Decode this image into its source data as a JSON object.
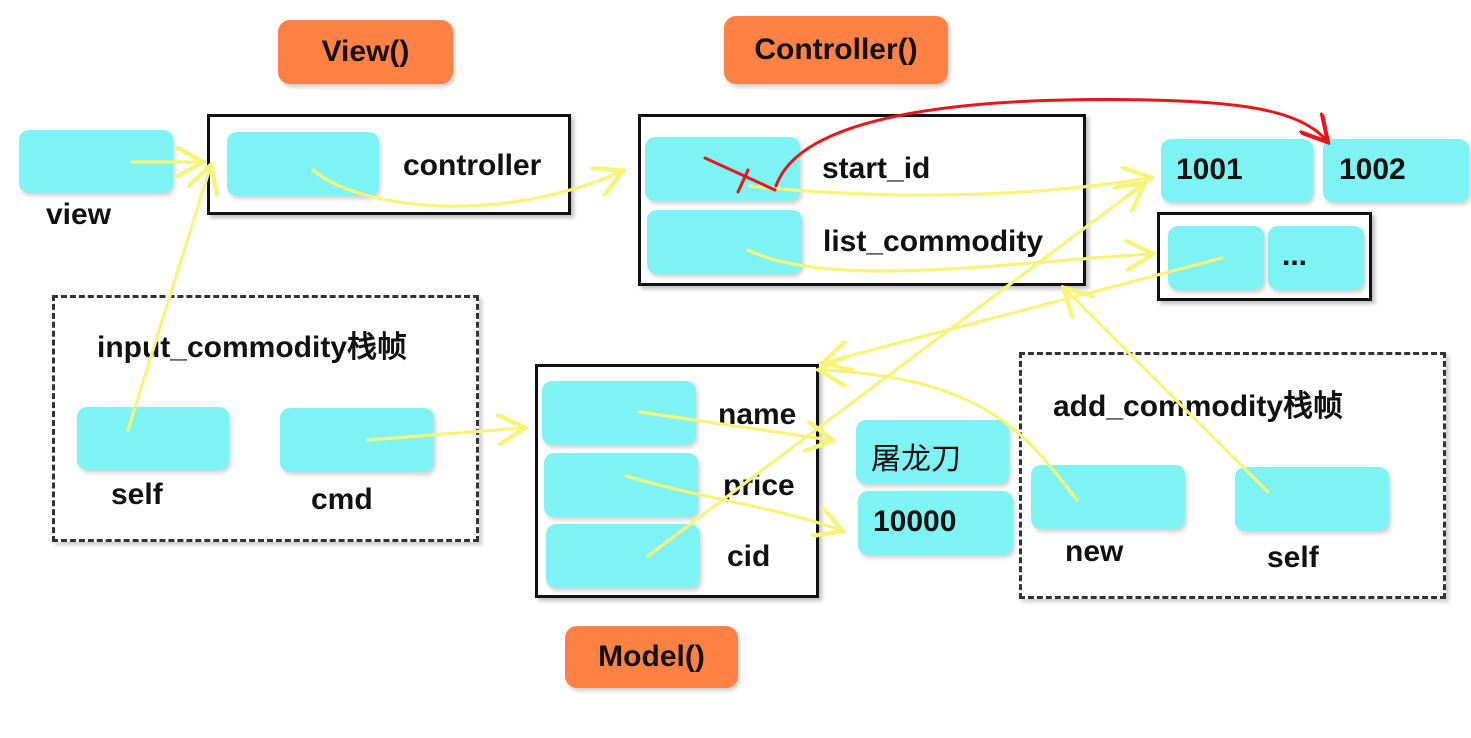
{
  "callouts": {
    "view": "View()",
    "controller": "Controller()",
    "model": "Model()"
  },
  "variables": {
    "view": "view"
  },
  "view_object": {
    "field": "controller"
  },
  "controller_object": {
    "fields": [
      "start_id",
      "list_commodity"
    ]
  },
  "values": {
    "id_old": "1001",
    "id_new": "1002",
    "list_more": "...",
    "name": "屠龙刀",
    "price": "10000"
  },
  "frames": {
    "input": {
      "title": "input_commodity栈帧",
      "vars": [
        "self",
        "cmd"
      ]
    },
    "add": {
      "title": "add_commodity栈帧",
      "vars": [
        "new",
        "self"
      ]
    }
  },
  "model_object": {
    "fields": [
      "name",
      "price",
      "cid"
    ]
  },
  "colors": {
    "cell": "#7df3f3",
    "callout": "#ff8244",
    "reference_arrow": "#f5f57a",
    "update_arrow": "#e8151b"
  }
}
